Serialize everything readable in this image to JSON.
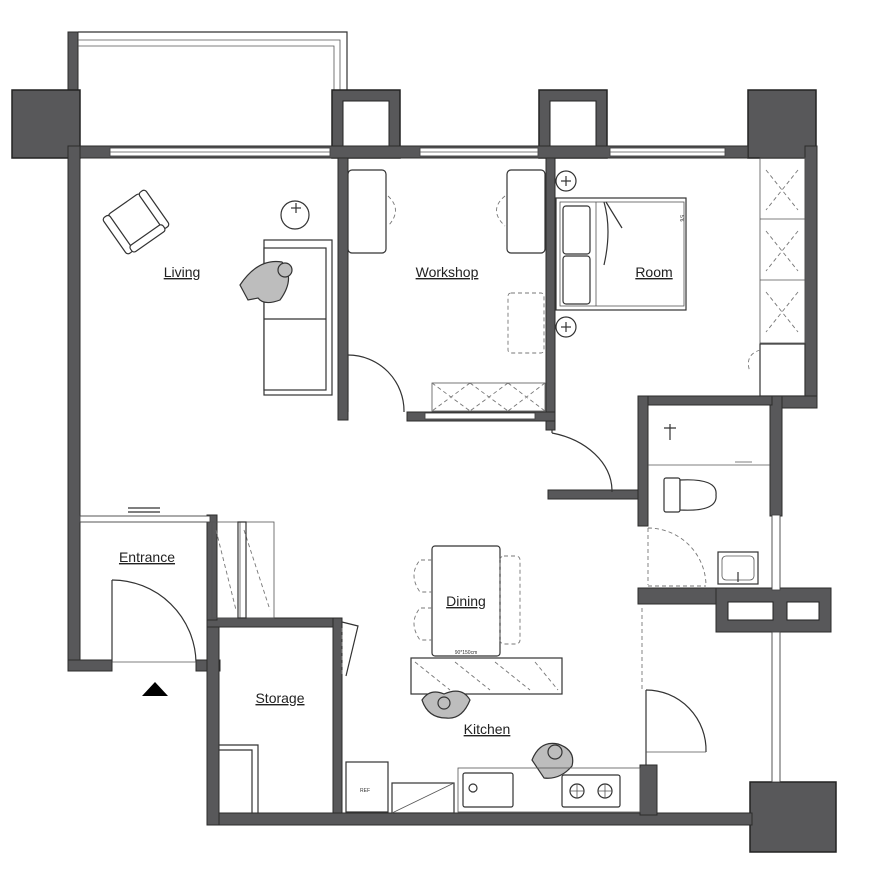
{
  "rooms": {
    "living": "Living",
    "workshop": "Workshop",
    "room": "Room",
    "entrance": "Entrance",
    "dining": "Dining",
    "storage": "Storage",
    "kitchen": "Kitchen"
  },
  "annotations": {
    "bed_size": "5'6",
    "table_size": "90*150cm",
    "fridge": "REF"
  },
  "colors": {
    "wall": "#58585a",
    "background": "#ffffff"
  }
}
